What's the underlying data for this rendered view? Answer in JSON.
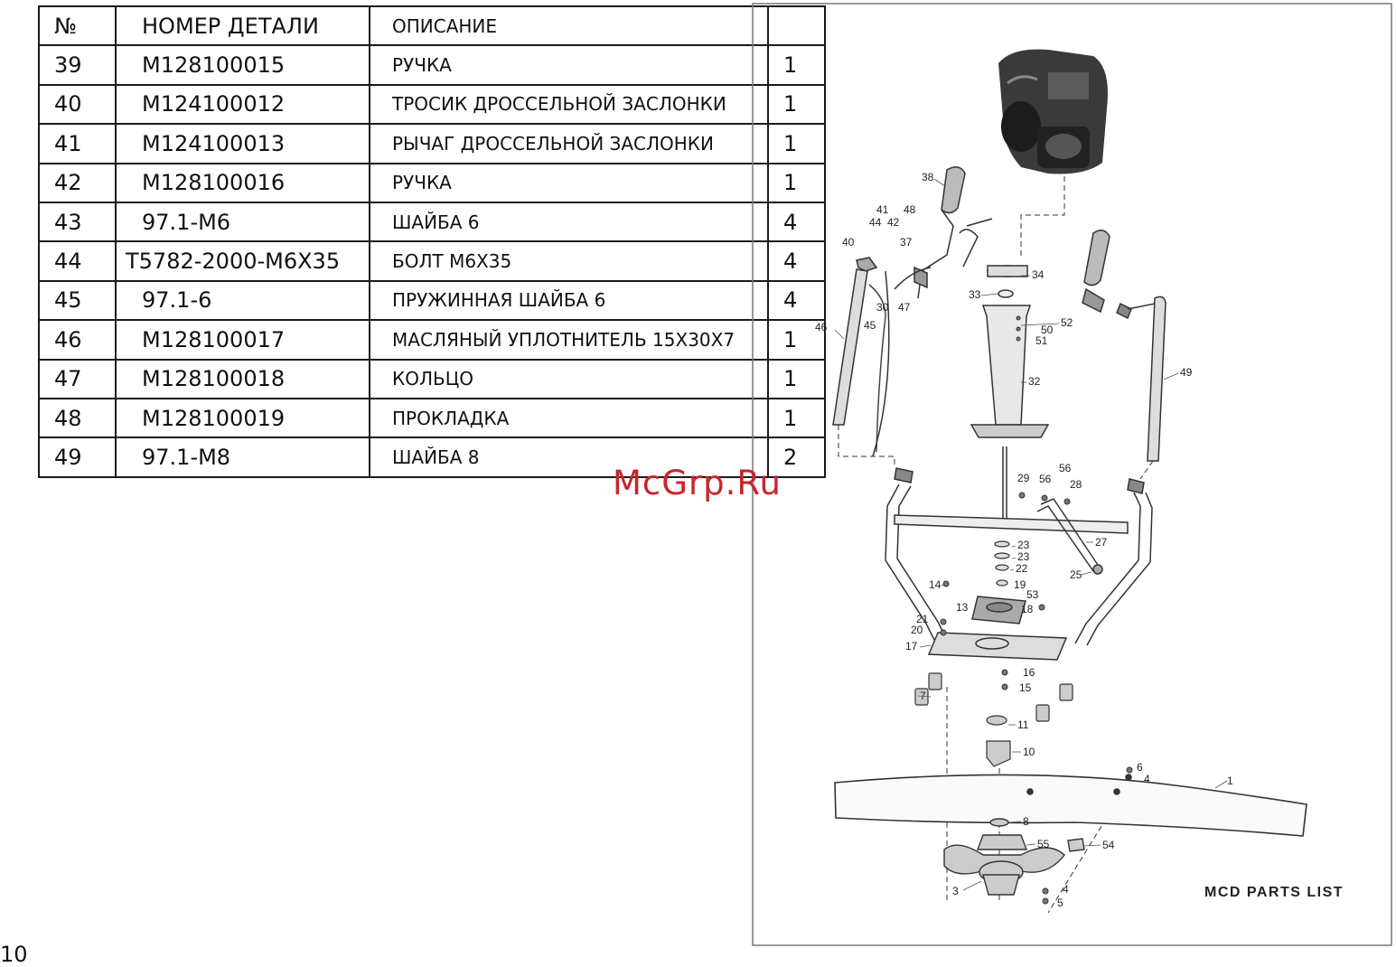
{
  "table": {
    "headers": {
      "no": "№",
      "part": "НОМЕР ДЕТАЛИ",
      "desc": "ОПИСАНИЕ",
      "qty": ""
    },
    "rows": [
      {
        "no": "39",
        "part": "M128100015",
        "desc": "РУЧКА",
        "qty": "1"
      },
      {
        "no": "40",
        "part": "M124100012",
        "desc": "ТРОСИК ДРОССЕЛЬНОЙ ЗАСЛОНКИ",
        "qty": "1"
      },
      {
        "no": "41",
        "part": "M124100013",
        "desc": "РЫЧАГ ДРОССЕЛЬНОЙ ЗАСЛОНКИ",
        "qty": "1"
      },
      {
        "no": "42",
        "part": "M128100016",
        "desc": "РУЧКА",
        "qty": "1"
      },
      {
        "no": "43",
        "part": "97.1-M6",
        "desc": "ШАЙБА 6",
        "qty": "4"
      },
      {
        "no": "44",
        "part": "T5782-2000-M6X35",
        "desc": "БОЛТ М6Х35",
        "qty": "4"
      },
      {
        "no": "45",
        "part": "97.1-6",
        "desc": "ПРУЖИННАЯ ШАЙБА 6",
        "qty": "4"
      },
      {
        "no": "46",
        "part": "M128100017",
        "desc": "МАСЛЯНЫЙ УПЛОТНИТЕЛЬ 15Х30Х7",
        "qty": "1"
      },
      {
        "no": "47",
        "part": "M128100018",
        "desc": "КОЛЬЦО",
        "qty": "1"
      },
      {
        "no": "48",
        "part": "M128100019",
        "desc": "ПРОКЛАДКА",
        "qty": "1"
      },
      {
        "no": "49",
        "part": "97.1-M8",
        "desc": "ШАЙБА 8",
        "qty": "2"
      }
    ]
  },
  "page_number": "10",
  "watermark": "McGrp.Ru",
  "diagram": {
    "title": "MCD PARTS LIST",
    "callouts": [
      "38",
      "41",
      "48",
      "44",
      "42",
      "40",
      "37",
      "46",
      "45",
      "30",
      "47",
      "34",
      "33",
      "52",
      "50",
      "51",
      "32",
      "49",
      "29",
      "56",
      "56",
      "28",
      "27",
      "25",
      "23",
      "23",
      "22",
      "14",
      "19",
      "53",
      "21",
      "13",
      "18",
      "20",
      "17",
      "16",
      "15",
      "7",
      "11",
      "10",
      "6",
      "4",
      "1",
      "8",
      "55",
      "54",
      "3",
      "4",
      "5"
    ]
  }
}
